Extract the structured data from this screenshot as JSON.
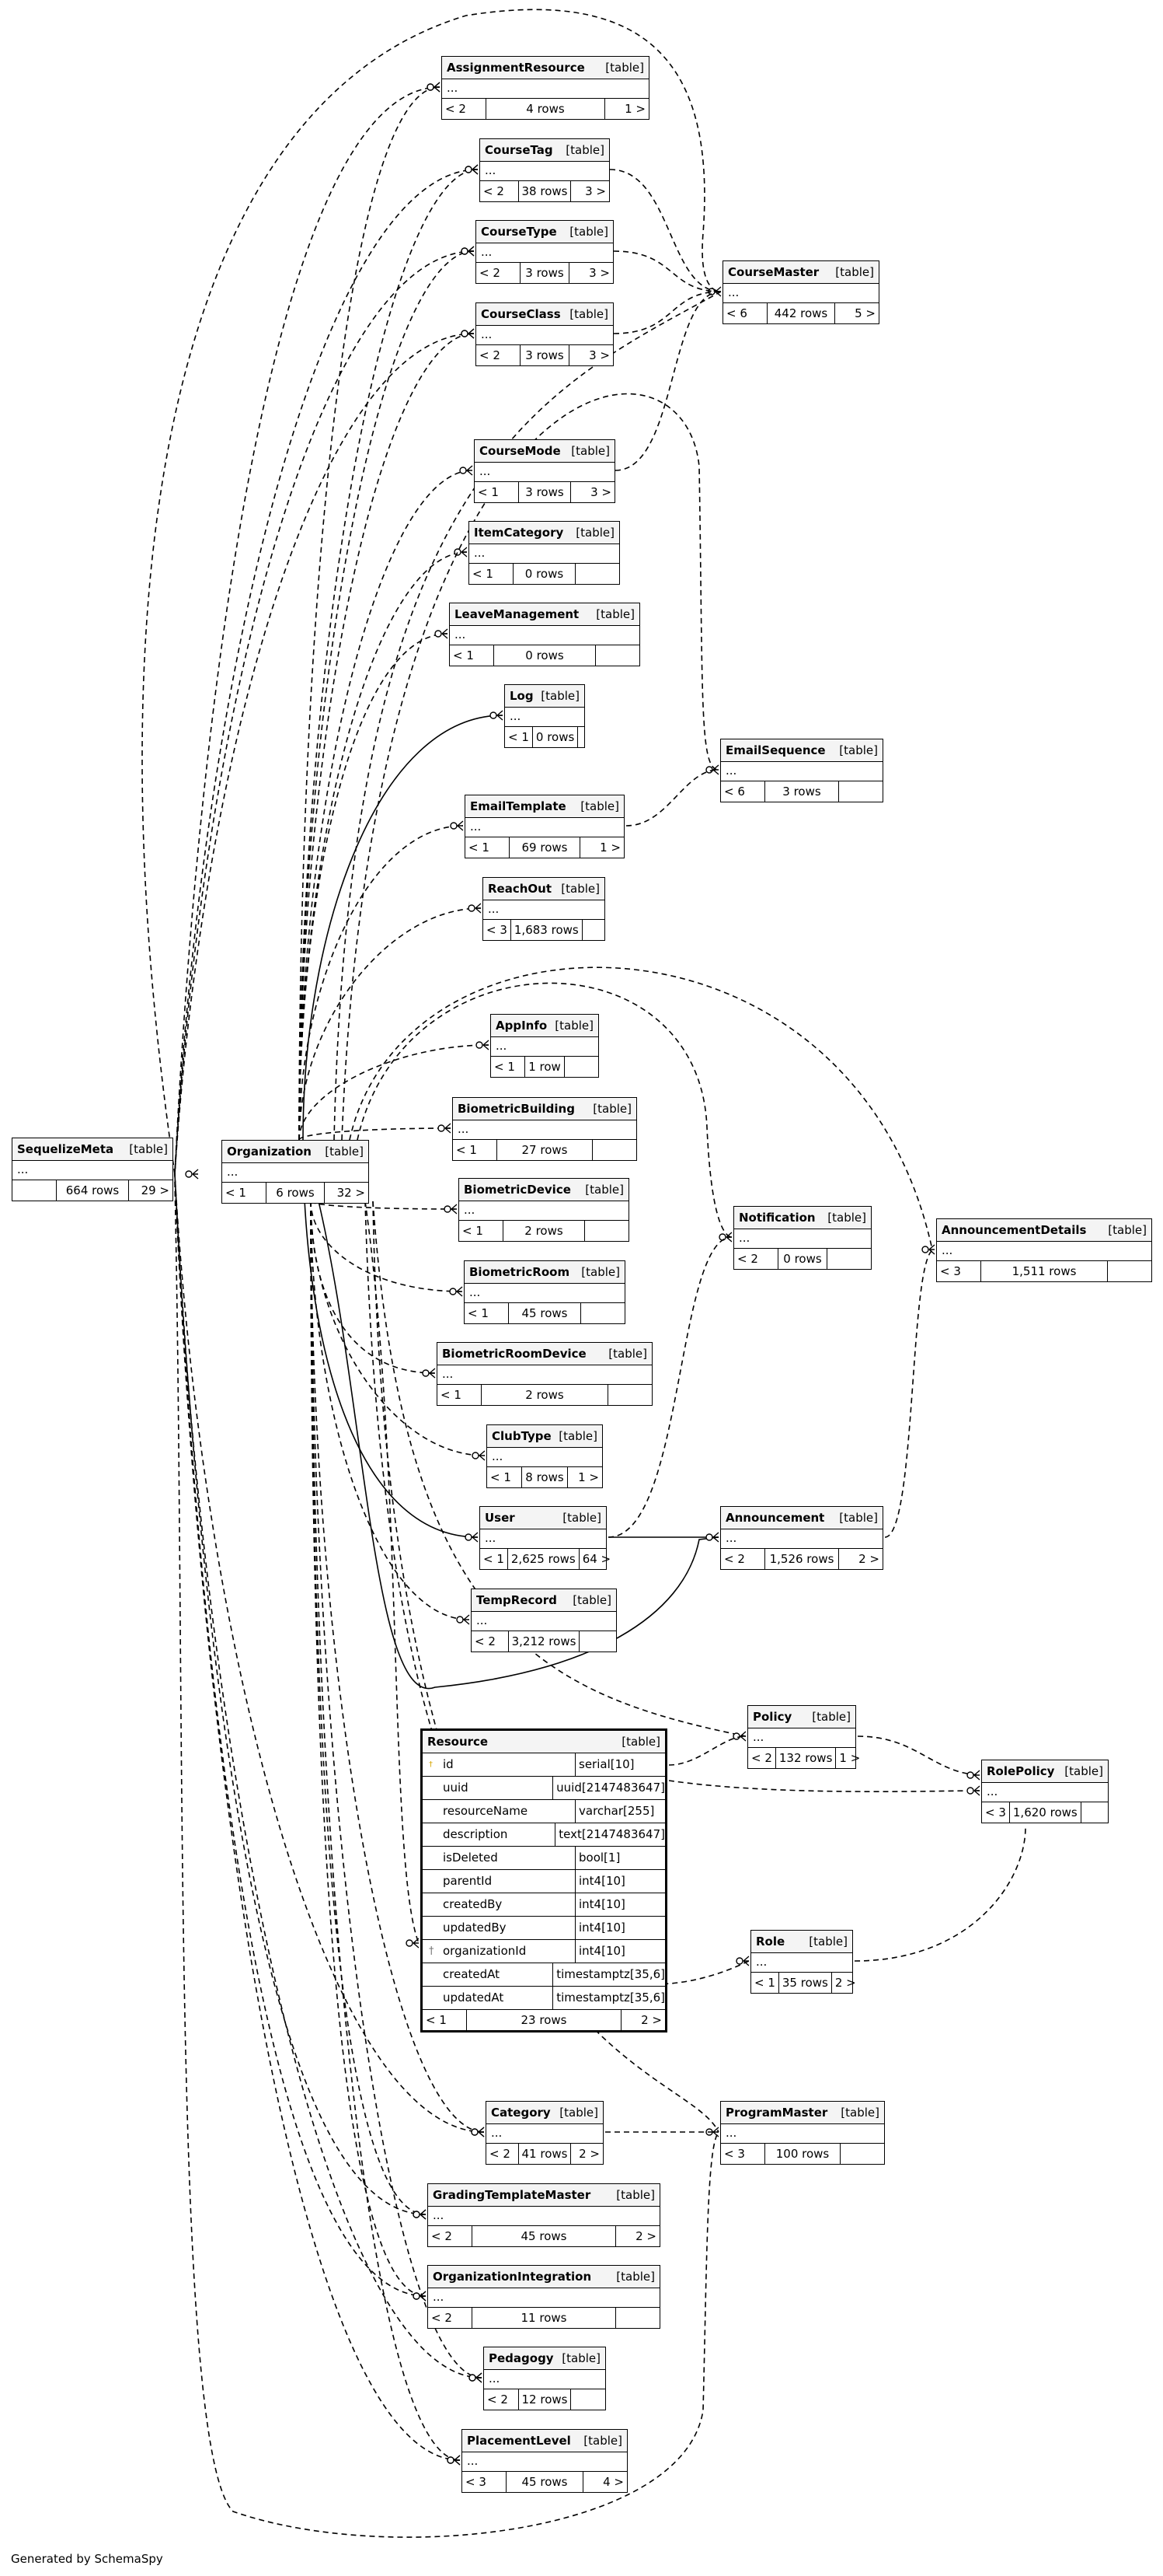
{
  "footer_text": "Generated by SchemaSpy",
  "kind_label": "[table]",
  "ellipsis": "...",
  "tables": {
    "AssignmentResource": {
      "name": "AssignmentResource",
      "parents": "< 2",
      "rows": "4 rows",
      "children": "1 >"
    },
    "CourseTag": {
      "name": "CourseTag",
      "parents": "< 2",
      "rows": "38 rows",
      "children": "3 >"
    },
    "CourseType": {
      "name": "CourseType",
      "parents": "< 2",
      "rows": "3 rows",
      "children": "3 >"
    },
    "CourseClass": {
      "name": "CourseClass",
      "parents": "< 2",
      "rows": "3 rows",
      "children": "3 >"
    },
    "CourseMaster": {
      "name": "CourseMaster",
      "parents": "< 6",
      "rows": "442 rows",
      "children": "5 >"
    },
    "CourseMode": {
      "name": "CourseMode",
      "parents": "< 1",
      "rows": "3 rows",
      "children": "3 >"
    },
    "ItemCategory": {
      "name": "ItemCategory",
      "parents": "< 1",
      "rows": "0 rows",
      "children": ""
    },
    "LeaveManagement": {
      "name": "LeaveManagement",
      "parents": "< 1",
      "rows": "0 rows",
      "children": ""
    },
    "Log": {
      "name": "Log",
      "parents": "< 1",
      "rows": "0 rows",
      "children": ""
    },
    "EmailSequence": {
      "name": "EmailSequence",
      "parents": "< 6",
      "rows": "3 rows",
      "children": ""
    },
    "EmailTemplate": {
      "name": "EmailTemplate",
      "parents": "< 1",
      "rows": "69 rows",
      "children": "1 >"
    },
    "ReachOut": {
      "name": "ReachOut",
      "parents": "< 3",
      "rows": "1,683 rows",
      "children": ""
    },
    "AppInfo": {
      "name": "AppInfo",
      "parents": "< 1",
      "rows": "1 row",
      "children": ""
    },
    "SequelizeMeta": {
      "name": "SequelizeMeta",
      "parents": "",
      "rows": "664 rows",
      "children": "29 >"
    },
    "Organization": {
      "name": "Organization",
      "parents": "< 1",
      "rows": "6 rows",
      "children": "32 >"
    },
    "BiometricBuilding": {
      "name": "BiometricBuilding",
      "parents": "< 1",
      "rows": "27 rows",
      "children": ""
    },
    "BiometricDevice": {
      "name": "BiometricDevice",
      "parents": "< 1",
      "rows": "2 rows",
      "children": ""
    },
    "BiometricRoom": {
      "name": "BiometricRoom",
      "parents": "< 1",
      "rows": "45 rows",
      "children": ""
    },
    "BiometricRoomDevice": {
      "name": "BiometricRoomDevice",
      "parents": "< 1",
      "rows": "2 rows",
      "children": ""
    },
    "Notification": {
      "name": "Notification",
      "parents": "< 2",
      "rows": "0 rows",
      "children": ""
    },
    "AnnouncementDetails": {
      "name": "AnnouncementDetails",
      "parents": "< 3",
      "rows": "1,511 rows",
      "children": ""
    },
    "ClubType": {
      "name": "ClubType",
      "parents": "< 1",
      "rows": "8 rows",
      "children": "1 >"
    },
    "User": {
      "name": "User",
      "parents": "< 1",
      "rows": "2,625 rows",
      "children": "64 >"
    },
    "Announcement": {
      "name": "Announcement",
      "parents": "< 2",
      "rows": "1,526 rows",
      "children": "2 >"
    },
    "TempRecord": {
      "name": "TempRecord",
      "parents": "< 2",
      "rows": "3,212 rows",
      "children": ""
    },
    "Policy": {
      "name": "Policy",
      "parents": "< 2",
      "rows": "132 rows",
      "children": "1 >"
    },
    "RolePolicy": {
      "name": "RolePolicy",
      "parents": "< 3",
      "rows": "1,620 rows",
      "children": ""
    },
    "Role": {
      "name": "Role",
      "parents": "< 1",
      "rows": "35 rows",
      "children": "2 >"
    },
    "Category": {
      "name": "Category",
      "parents": "< 2",
      "rows": "41 rows",
      "children": "2 >"
    },
    "ProgramMaster": {
      "name": "ProgramMaster",
      "parents": "< 3",
      "rows": "100 rows",
      "children": ""
    },
    "GradingTemplateMaster": {
      "name": "GradingTemplateMaster",
      "parents": "< 2",
      "rows": "45 rows",
      "children": "2 >"
    },
    "OrganizationIntegration": {
      "name": "OrganizationIntegration",
      "parents": "< 2",
      "rows": "11 rows",
      "children": ""
    },
    "Pedagogy": {
      "name": "Pedagogy",
      "parents": "< 2",
      "rows": "12 rows",
      "children": ""
    },
    "PlacementLevel": {
      "name": "PlacementLevel",
      "parents": "< 3",
      "rows": "45 rows",
      "children": "4 >"
    }
  },
  "resource": {
    "name": "Resource",
    "parents": "< 1",
    "rows": "23 rows",
    "children": "2 >",
    "columns": [
      {
        "name": "id",
        "type": "serial[10]",
        "key": "pk"
      },
      {
        "name": "uuid",
        "type": "uuid[2147483647]",
        "key": ""
      },
      {
        "name": "resourceName",
        "type": "varchar[255]",
        "key": ""
      },
      {
        "name": "description",
        "type": "text[2147483647]",
        "key": ""
      },
      {
        "name": "isDeleted",
        "type": "bool[1]",
        "key": ""
      },
      {
        "name": "parentId",
        "type": "int4[10]",
        "key": ""
      },
      {
        "name": "createdBy",
        "type": "int4[10]",
        "key": ""
      },
      {
        "name": "updatedBy",
        "type": "int4[10]",
        "key": ""
      },
      {
        "name": "organizationId",
        "type": "int4[10]",
        "key": "fk"
      },
      {
        "name": "createdAt",
        "type": "timestamptz[35,6]",
        "key": ""
      },
      {
        "name": "updatedAt",
        "type": "timestamptz[35,6]",
        "key": ""
      }
    ]
  }
}
